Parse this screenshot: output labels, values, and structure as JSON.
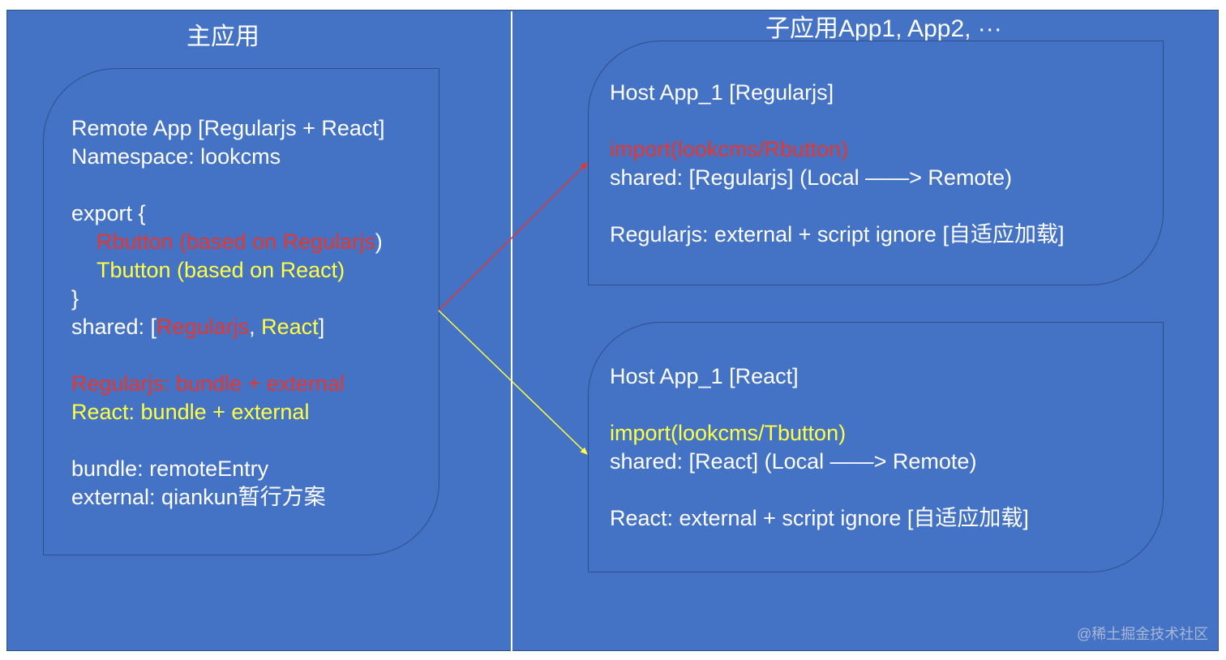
{
  "left_title": "主应用",
  "right_title": "子应用App1, App2, ···",
  "remote_panel": {
    "header": "Remote App [Regularjs + React]",
    "namespace": "Namespace: lookcms",
    "export_open": "export {",
    "rbutton": "Rbutton (based on Regularjs",
    "rbutton_close": ")",
    "tbutton": "Tbutton (based on React)",
    "export_close": "}",
    "shared_prefix": "shared: [",
    "shared_regularjs": "Regularjs",
    "shared_comma": ", ",
    "shared_react": "React",
    "shared_suffix": "]",
    "regular_bundle": "Regularjs: bundle + external",
    "react_bundle": "React: bundle + external",
    "bundle": "bundle: remoteEntry",
    "external": "external: qiankun暂行方案"
  },
  "host_regular": {
    "header": "Host App_1 [Regularjs]",
    "import": "import(lookcms/Rbutton)",
    "shared": "shared: [Regularjs] (Local ——> Remote)",
    "note": "Regularjs: external + script ignore [自适应加载]"
  },
  "host_react": {
    "header": "Host App_1 [React]",
    "import": "import(lookcms/Tbutton)",
    "shared": "shared: [React] (Local ——> Remote)",
    "note": "React: external + script ignore [自适应加载]"
  },
  "watermark": "@稀土掘金技术社区",
  "colors": {
    "background": "#4472c4",
    "text": "#ffffff",
    "regularjs": "#e8362d",
    "react": "#ffff44"
  }
}
